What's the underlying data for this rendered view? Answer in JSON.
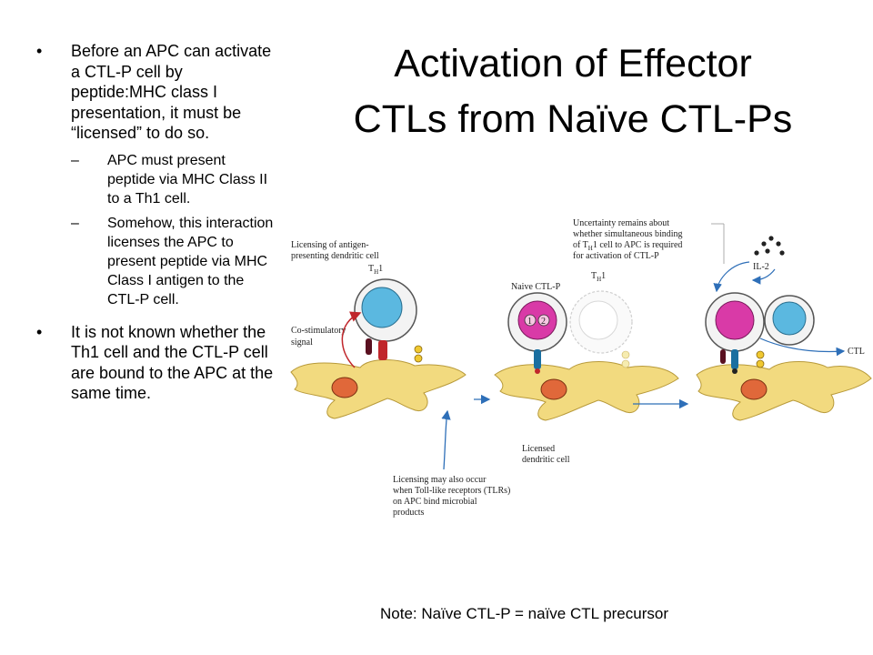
{
  "title": "Activation of Effector CTLs from Naïve CTL-Ps",
  "bullets": [
    {
      "glyph": "•",
      "text": "Before an APC can activate a CTL-P cell by peptide:MHC class I presentation, it must be “licensed” to do so.",
      "subitems": [
        {
          "glyph": "–",
          "text": "APC must present peptide via MHC Class II to a Th1 cell."
        },
        {
          "glyph": "–",
          "text": "Somehow, this interaction licenses the APC to present peptide via MHC Class I antigen to the CTL-P cell."
        }
      ]
    },
    {
      "glyph": "•",
      "text": "It is not known whether the Th1 cell and the CTL-P cell are bound to the APC at the same time."
    }
  ],
  "figure": {
    "licensing_line1": "Licensing of antigen-",
    "licensing_line2": "presenting dendritic cell",
    "th1_main": "T",
    "th1_sub": "H",
    "th1_tail": "1",
    "costim_line1": "Co-stimulatory",
    "costim_line2": "signal",
    "naive": "Naive CTL-P",
    "num1": "1",
    "num2": "2",
    "uncertainty_line1": "Uncertainty remains about",
    "uncertainty_line2": "whether simultaneous binding",
    "uncertainty_line3a": "of T",
    "uncertainty_line3b": "1 cell to APC is required",
    "uncertainty_line4": "for activation of CTL-P",
    "il2": "IL-2",
    "ctl": "CTL",
    "licensed_line1": "Licensed",
    "licensed_line2": "dendritic cell",
    "tlr_line1": "Licensing may also occur",
    "tlr_line2": "when Toll-like receptors (TLRs)",
    "tlr_line3": "on APC bind microbial",
    "tlr_line4": "products"
  },
  "note": "Note: Naïve CTL-P = naïve CTL precursor",
  "colors": {
    "dendritic_cell_fill": "#f2da7f",
    "dendritic_nucleus": "#e0683a",
    "th1_nucleus": "#5bb8e0",
    "ctl_nucleus": "#d93aa7",
    "arrow_blue": "#2e6fb8",
    "arrow_red": "#c0262b"
  }
}
